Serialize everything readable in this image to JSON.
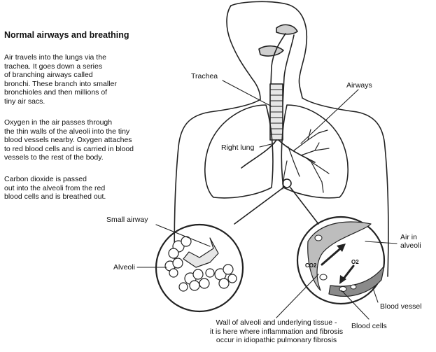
{
  "title": "Normal airways and breathing",
  "paragraphs": [
    [
      "Air travels into the lungs via the",
      "trachea. It goes down a series",
      "of branching airways called",
      "bronchi. These branch into smaller",
      "bronchioles and then millions of",
      "tiny air sacs."
    ],
    [
      "Oxygen in the air passes through",
      "the thin walls of the alveoli into the tiny",
      "blood vessels nearby. Oxygen attaches",
      "to red blood cells and is carried in blood",
      "vessels to the rest of the body."
    ],
    [
      "Carbon dioxide is passed",
      "out into the alveoli from the red",
      "blood cells and is breathed out."
    ]
  ],
  "labels": {
    "trachea": "Trachea",
    "airways": "Airways",
    "right_lung": "Right lung",
    "small_airway": "Small airway",
    "alveoli": "Alveoli",
    "air_in_alveoli_1": "Air in",
    "air_in_alveoli_2": "alveoli",
    "blood_vessel": "Blood vessel",
    "blood_cells": "Blood cells",
    "co2": "CO2",
    "o2": "O2"
  },
  "caption": [
    "Wall of alveoli and underlying tissue -",
    "it is here where inflammation and fibrosis",
    "occur in idiopathic pulmonary fibrosis"
  ]
}
